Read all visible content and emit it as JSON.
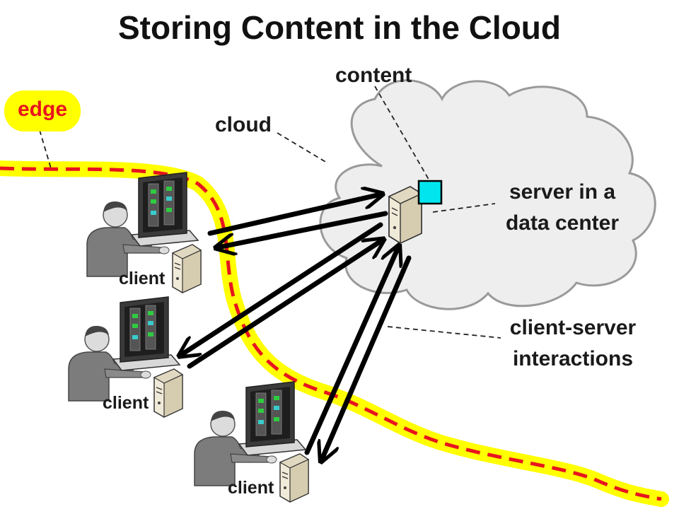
{
  "title": "Storing Content in the Cloud",
  "labels": {
    "content": "content",
    "cloud": "cloud",
    "server_line1": "server in a",
    "server_line2": "data center",
    "edge": "edge",
    "cs_line1": "client-server",
    "cs_line2": "interactions"
  },
  "clients": [
    {
      "label": "client"
    },
    {
      "label": "client"
    },
    {
      "label": "client"
    }
  ],
  "colors": {
    "edge_dash": "#e8141e",
    "edge_highlight": "#ffff00",
    "cloud_fill": "#eeeeee",
    "cloud_stroke": "#9a9a9a",
    "content_square": "#00e5ee",
    "arrow": "#000000"
  }
}
